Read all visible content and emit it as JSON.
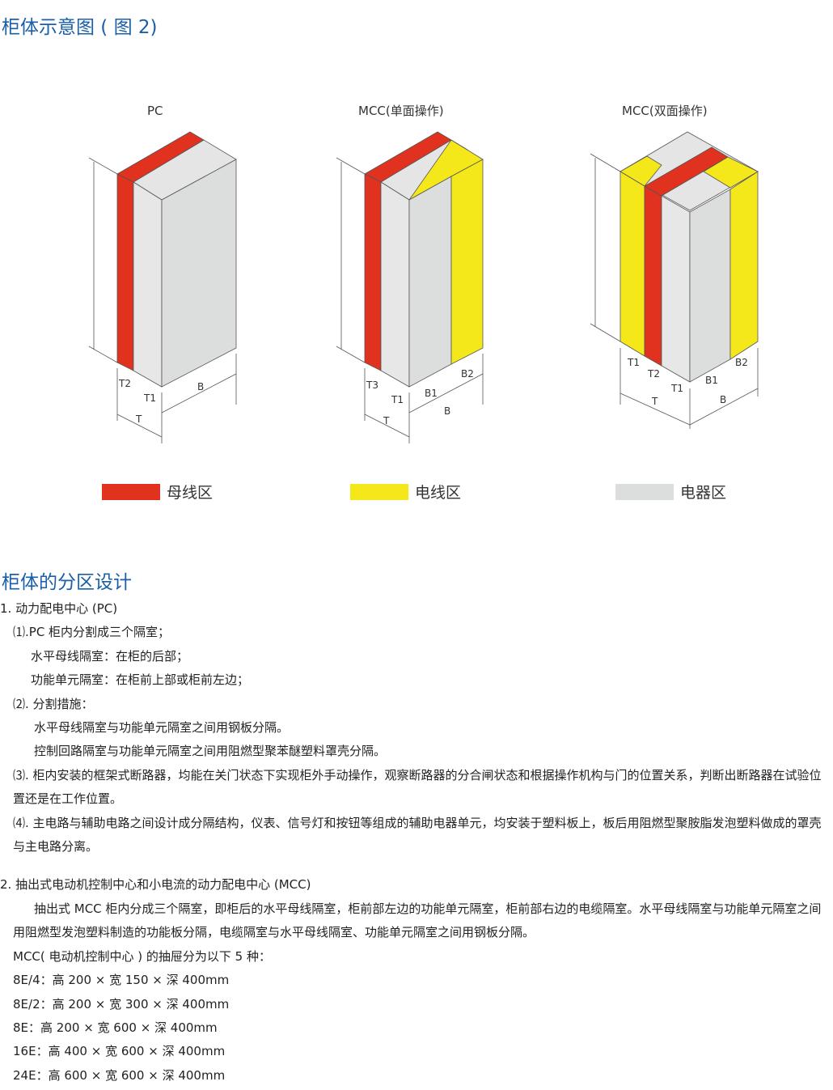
{
  "title": "柜体示意图 ( 图 2)",
  "diagrams": [
    {
      "label": "PC",
      "dims": [
        "T2",
        "T1",
        "T",
        "B"
      ]
    },
    {
      "label": "MCC(单面操作)",
      "dims": [
        "T3",
        "T1",
        "T",
        "B1",
        "B2",
        "B"
      ]
    },
    {
      "label": "MCC(双面操作)",
      "dims": [
        "T1",
        "T2",
        "T1",
        "T",
        "B1",
        "B2",
        "B"
      ]
    }
  ],
  "legend": [
    {
      "label": "母线区",
      "color": "#e0321e"
    },
    {
      "label": "电线区",
      "color": "#f5e81a"
    },
    {
      "label": "电器区",
      "color": "#dcdedd"
    }
  ],
  "section_title": "柜体的分区设计",
  "lines": [
    "1. 动力配电中心 (PC)",
    "⑴.PC 柜内分割成三个隔室；",
    "水平母线隔室：在柜的后部；",
    "功能单元隔室：在柜前上部或柜前左边；",
    "⑵. 分割措施：",
    "水平母线隔室与功能单元隔室之间用钢板分隔。",
    "控制回路隔室与功能单元隔室之间用阻燃型聚苯醚塑料罩壳分隔。",
    "⑶. 柜内安装的框架式断路器，均能在关门状态下实现柜外手动操作，观察断路器的分合闸状态和根据操作机构与门的位置关系，判断出断路器在试验位置还是在工作位置。",
    "⑷. 主电路与辅助电路之间设计成分隔结构，仪表、信号灯和按钮等组成的辅助电器单元，均安装于塑料板上，板后用阻燃型聚胺脂发泡塑料做成的罩壳与主电路分离。",
    "2. 抽出式电动机控制中心和小电流的动力配电中心 (MCC)",
    "抽出式 MCC 柜内分成三个隔室，即柜后的水平母线隔室，柜前部左边的功能单元隔室，柜前部右边的电缆隔室。水平母线隔室与功能单元隔室之间用阻燃型发泡塑料制造的功能板分隔，电缆隔室与水平母线隔室、功能单元隔室之间用钢板分隔。",
    "MCC( 电动机控制中心 ) 的抽屉分为以下 5 种：",
    "8E/4：高 200 × 宽 150 × 深 400mm",
    "8E/2：高 200 × 宽 300 × 深 400mm",
    "8E：高 200 × 宽 600 × 深 400mm",
    "16E：高 400 × 宽 600 × 深 400mm",
    "24E：高 600 × 宽 600 × 深 400mm"
  ]
}
